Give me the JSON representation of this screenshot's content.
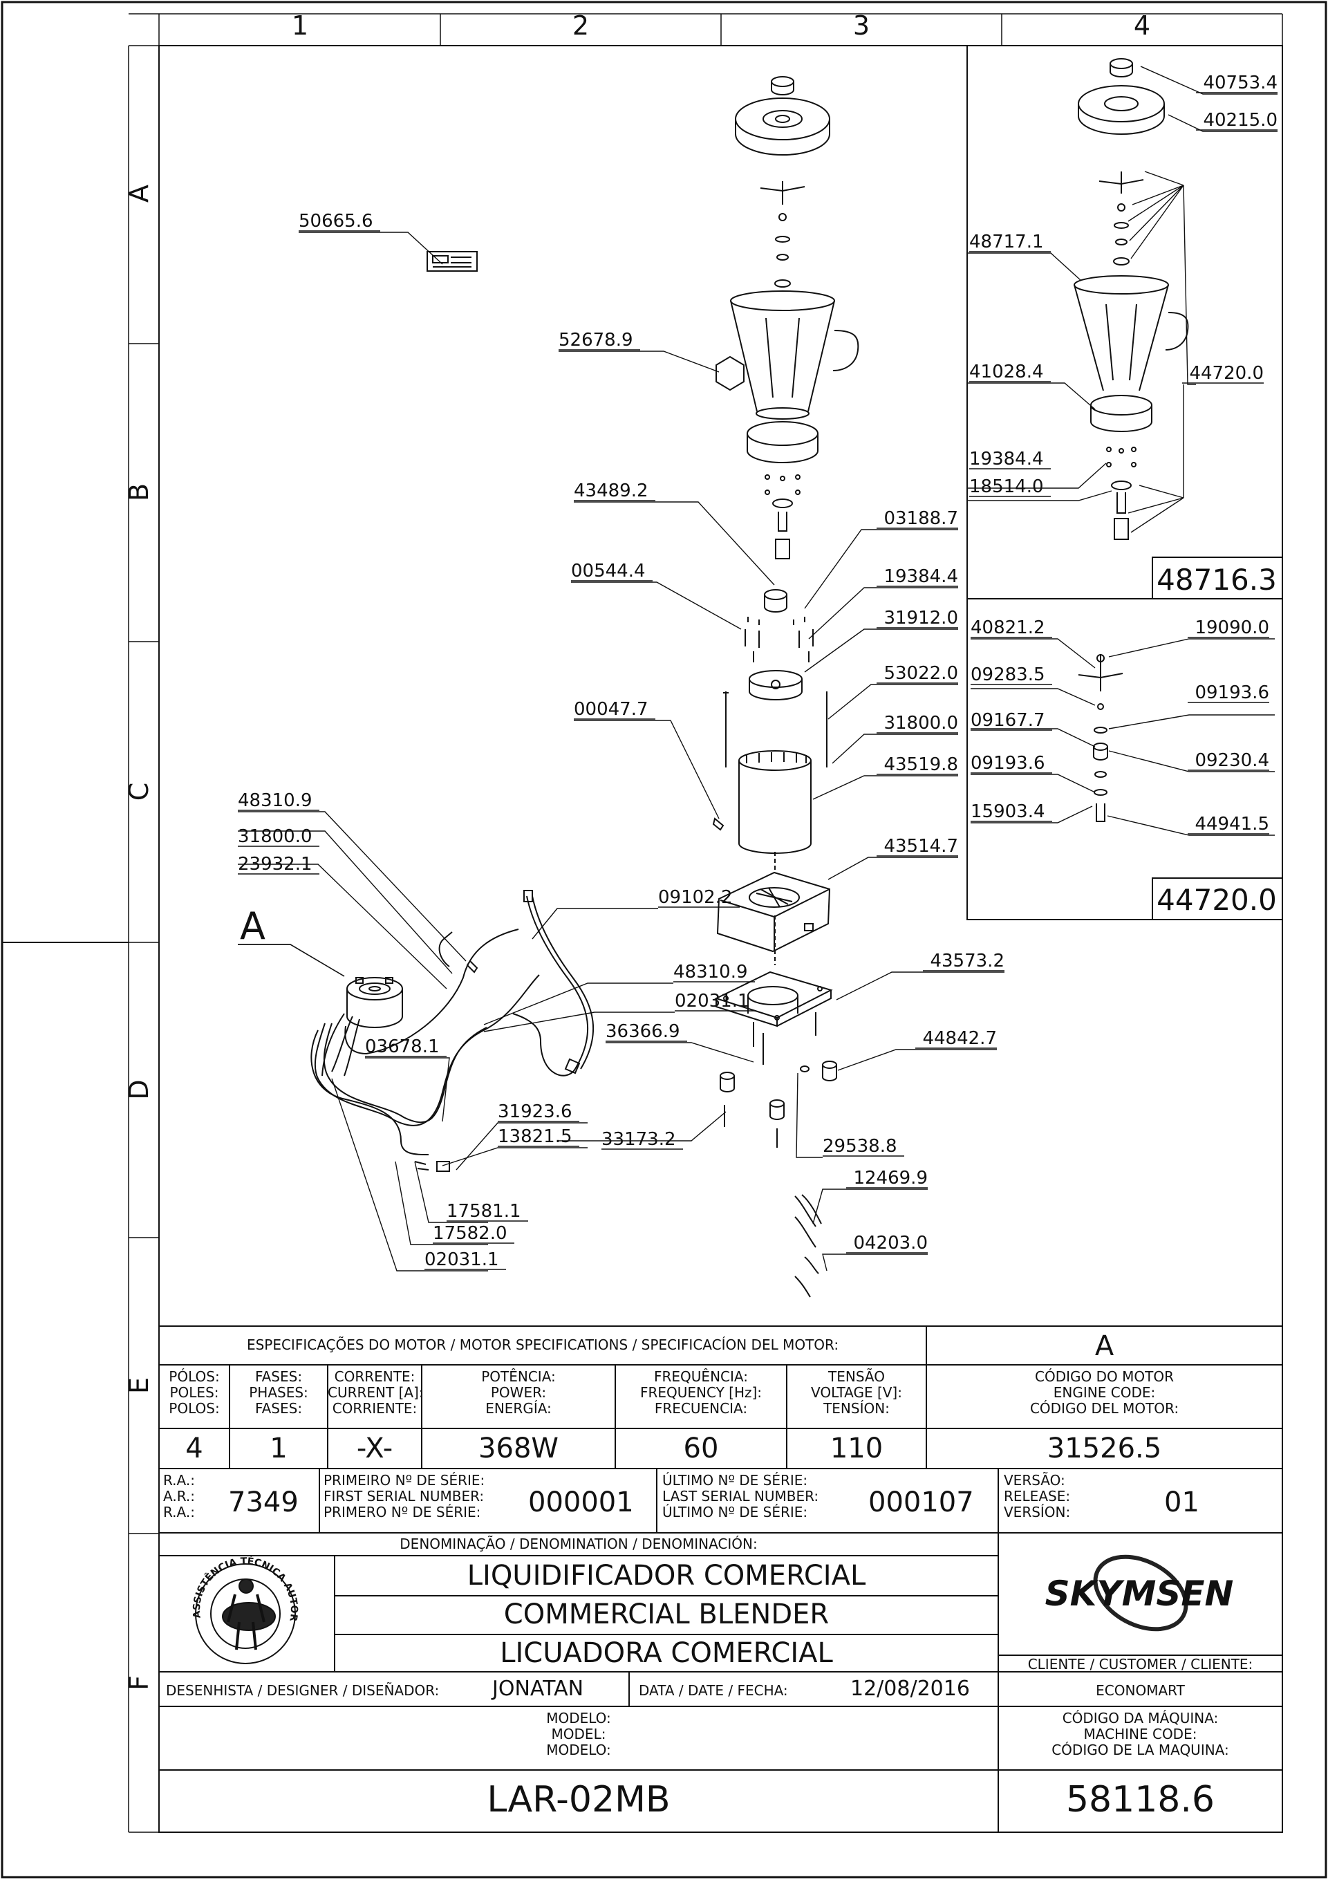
{
  "zones": {
    "columns": [
      "1",
      "2",
      "3",
      "4"
    ],
    "rows": [
      "A",
      "B",
      "C",
      "D",
      "E",
      "F"
    ]
  },
  "diagram": {
    "detail_marker": "A",
    "part_labels": [
      "50665.6",
      "52678.9",
      "43489.2",
      "00544.4",
      "03188.7",
      "19384.4",
      "31912.0",
      "53022.0",
      "00047.7",
      "31800.0",
      "43519.8",
      "48310.9",
      "31800.0",
      "23932.1",
      "43514.7",
      "09102.2",
      "48310.9",
      "02031.1",
      "43573.2",
      "36366.9",
      "03678.1",
      "44842.7",
      "31923.6",
      "13821.5",
      "33173.2",
      "29538.8",
      "17581.1",
      "17582.0",
      "02031.1",
      "12469.9",
      "04203.0"
    ],
    "kit_top": {
      "labels": [
        "40753.4",
        "40215.0",
        "48717.1",
        "41028.4",
        "44720.0",
        "19384.4",
        "18514.0"
      ],
      "code": "48716.3"
    },
    "kit_bottom": {
      "labels": [
        "40821.2",
        "19090.0",
        "09283.5",
        "09193.6",
        "09167.7",
        "09230.4",
        "09193.6",
        "15903.4",
        "44941.5"
      ],
      "code": "44720.0"
    }
  },
  "motor_specs": {
    "header": "ESPECIFICAÇÕES DO MOTOR / MOTOR SPECIFICATIONS / SPECIFICACÍON DEL MOTOR:",
    "detail": "A",
    "columns": [
      {
        "label": [
          "PÓLOS:",
          "POLES:",
          "POLOS:"
        ],
        "value": "4"
      },
      {
        "label": [
          "FASES:",
          "PHASES:",
          "FASES:"
        ],
        "value": "1"
      },
      {
        "label": [
          "CORRENTE:",
          "CURRENT [A]:",
          "CORRIENTE:"
        ],
        "value": "-X-"
      },
      {
        "label": [
          "POTÊNCIA:",
          "POWER:",
          "ENERGÍA:"
        ],
        "value": "368W"
      },
      {
        "label": [
          "FREQUÊNCIA:",
          "FREQUENCY [Hz]:",
          "FRECUENCIA:"
        ],
        "value": "60"
      },
      {
        "label": [
          "TENSÃO",
          "VOLTAGE [V]:",
          "TENSÍON:"
        ],
        "value": "110"
      }
    ],
    "engine_code_label": [
      "CÓDIGO DO MOTOR",
      "ENGINE CODE:",
      "CÓDIGO DEL MOTOR:"
    ],
    "engine_code": "31526.5"
  },
  "serials": {
    "ra_label": [
      "R.A.:",
      "A.R.:",
      "R.A.:"
    ],
    "ra_value": "7349",
    "first_label": [
      "PRIMEIRO Nº DE SÉRIE:",
      "FIRST SERIAL NUMBER:",
      "PRIMERO Nº DE SÉRIE:"
    ],
    "first_value": "000001",
    "last_label": [
      "ÚLTIMO Nº DE SÉRIE:",
      "LAST SERIAL NUMBER:",
      "ÚLTIMO Nº DE SÉRIE:"
    ],
    "last_value": "000107",
    "version_label": [
      "VERSÃO:",
      "RELEASE:",
      "VERSÍON:"
    ],
    "version_value": "01"
  },
  "title_block": {
    "denomination_label": "DENOMINAÇÃO / DENOMINATION / DENOMINACIÓN:",
    "names": [
      "LIQUIDIFICADOR COMERCIAL",
      "COMMERCIAL BLENDER",
      "LICUADORA COMERCIAL"
    ],
    "seal_text": "ASSISTÊNCIA TÉCNICA AUTORIZADA",
    "brand": "SKYMSEN",
    "customer_label": "CLIENTE / CUSTOMER / CLIENTE:",
    "customer": "ECONOMART",
    "designer_label": "DESENHISTA / DESIGNER / DISEÑADOR:",
    "designer": "JONATAN",
    "date_label": "DATA / DATE / FECHA:",
    "date": "12/08/2016",
    "model_label": [
      "MODELO:",
      "MODEL:",
      "MODELO:"
    ],
    "model": "LAR-02MB",
    "machine_code_label": [
      "CÓDIGO DA MÁQUINA:",
      "MACHINE CODE:",
      "CÓDIGO DE LA MAQUINA:"
    ],
    "machine_code": "58118.6"
  }
}
